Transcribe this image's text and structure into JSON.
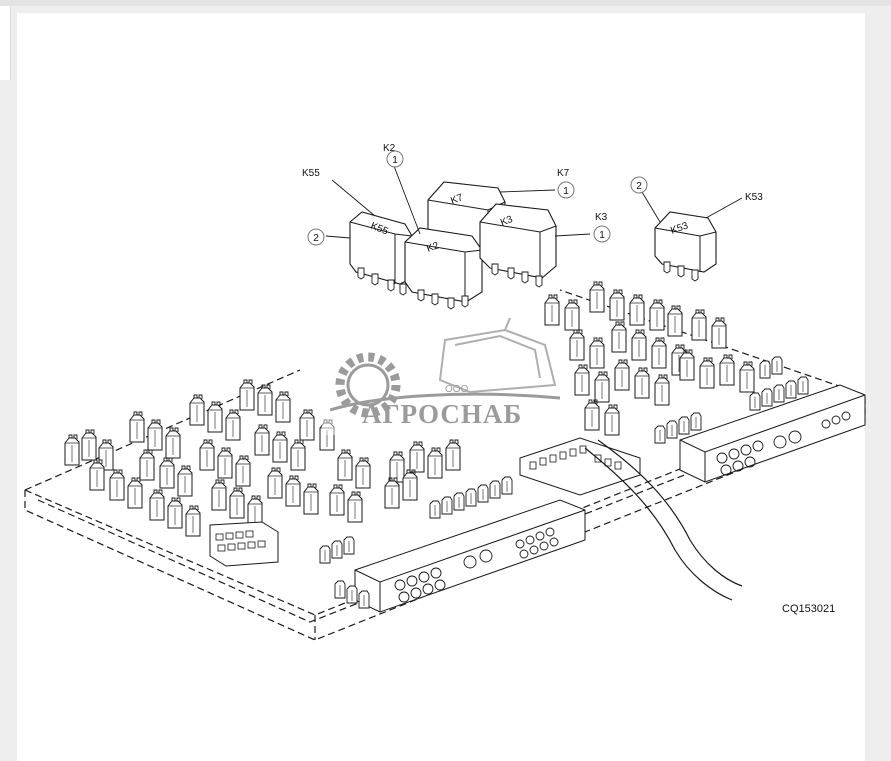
{
  "figure": {
    "relay_labels": {
      "k55": "K55",
      "k2": "K2",
      "k7": "K7",
      "k3": "K3",
      "k53": "K53"
    },
    "callouts": {
      "k55": "2",
      "k2": "1",
      "k7": "1",
      "k3": "1",
      "k53": "2"
    },
    "relay_faces": {
      "k55": "K55",
      "k2": "K2",
      "k7": "K7",
      "k3": "K3",
      "k53": "K53"
    },
    "figure_code": "CQ153021"
  },
  "watermark": {
    "company_prefix": "ООО",
    "company_name": "АГРОСНАБ"
  },
  "colors": {
    "line": "#1a1a1a",
    "watermark": "#8a8a8a",
    "background": "#eeeeee",
    "sheet": "#ffffff"
  }
}
